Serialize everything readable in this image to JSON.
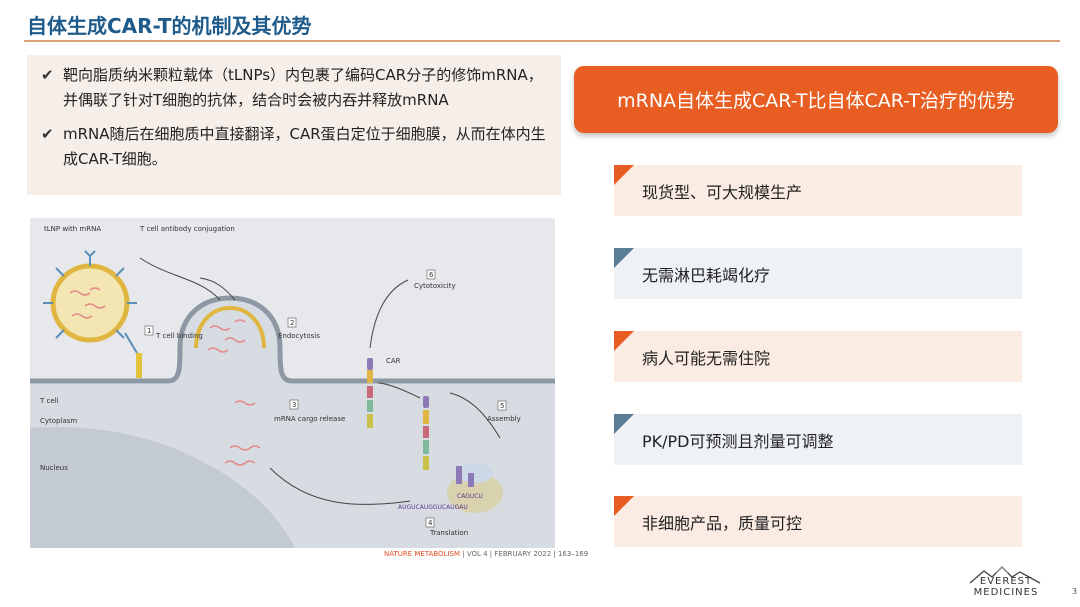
{
  "title": "自体生成CAR-T的机制及其优势",
  "bullets": [
    {
      "text": "靶向脂质纳米颗粒载体（tLNPs）内包裹了编码CAR分子的修饰mRNA，并偶联了针对T细胞的抗体，结合时会被内吞并释放mRNA"
    },
    {
      "text": "mRNA随后在细胞质中直接翻译，CAR蛋白定位于细胞膜，从而在体内生成CAR-T细胞。"
    }
  ],
  "banner": "mRNA自体生成CAR-T比自体CAR-T治疗的优势",
  "advantages": [
    {
      "text": "现货型、可大规模生产",
      "accent": "#e85d22"
    },
    {
      "text": "无需淋巴耗竭化疗",
      "accent": "#5b7d96"
    },
    {
      "text": "病人可能无需住院",
      "accent": "#e85d22"
    },
    {
      "text": "PK/PD可预测且剂量可调整",
      "accent": "#5b7d96"
    },
    {
      "text": "非细胞产品，质量可控",
      "accent": "#e85d22"
    }
  ],
  "figure": {
    "labels": {
      "tlnp": "tLNP with mRNA",
      "antibody": "T cell antibody conjugation",
      "step1": "T cell binding",
      "step2": "Endocytosis",
      "step3": "mRNA cargo release",
      "step4": "Translation",
      "step5": "Assembly",
      "step6": "Cytotoxicity",
      "car": "CAR",
      "tcell": "T cell",
      "cytoplasm": "Cytoplasm",
      "nucleus": "Nucleus",
      "seq_top": "CAGUCU",
      "seq_bottom": "AUGUCAUGGUCAUGAU"
    },
    "numbers": [
      "1",
      "2",
      "3",
      "4",
      "5",
      "6"
    ]
  },
  "caption": {
    "journal": "NATURE METABOLISM",
    "rest": " | VOL 4 | FEBRUARY 2022 | 163–169"
  },
  "logo": "EVEREST MEDICINES",
  "page_number": "3",
  "colors": {
    "title": "#1f5b8a",
    "accent_orange": "#e85d22",
    "accent_blue": "#5b7d96"
  }
}
